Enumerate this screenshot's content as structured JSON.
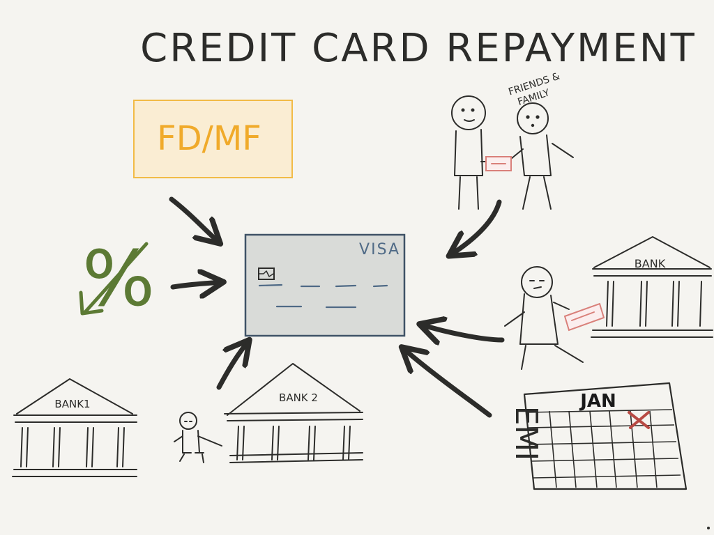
{
  "title": "CREDIT CARD REPAYMENT",
  "colors": {
    "ink": "#2c2c2a",
    "background": "#f5f4f0",
    "fd_box_fill": "#faedd3",
    "fd_box_stroke": "#f2bb46",
    "fd_text": "#f0aa2a",
    "percent": "#5c7a34",
    "card_fill": "#d9dbd8",
    "card_stroke": "#3f5266",
    "card_lines": "#4f6a86",
    "cheque": "#d9807a",
    "cross": "#b84a44"
  },
  "nodes": {
    "fd_mf": {
      "label": "FD/MF"
    },
    "percent": {
      "label": "%",
      "icon": "down-left-arrow-icon"
    },
    "card": {
      "brand": "VISA",
      "icon": "card-chip-icon"
    },
    "friends_family": {
      "label_line1": "FRIENDS &",
      "label_line2": "FAMILY"
    },
    "bank_loan": {
      "label": "BANK"
    },
    "emi": {
      "label": "EMI",
      "month": "JAN"
    },
    "bank1": {
      "label": "BANK1"
    },
    "bank2": {
      "label": "BANK 2"
    }
  }
}
